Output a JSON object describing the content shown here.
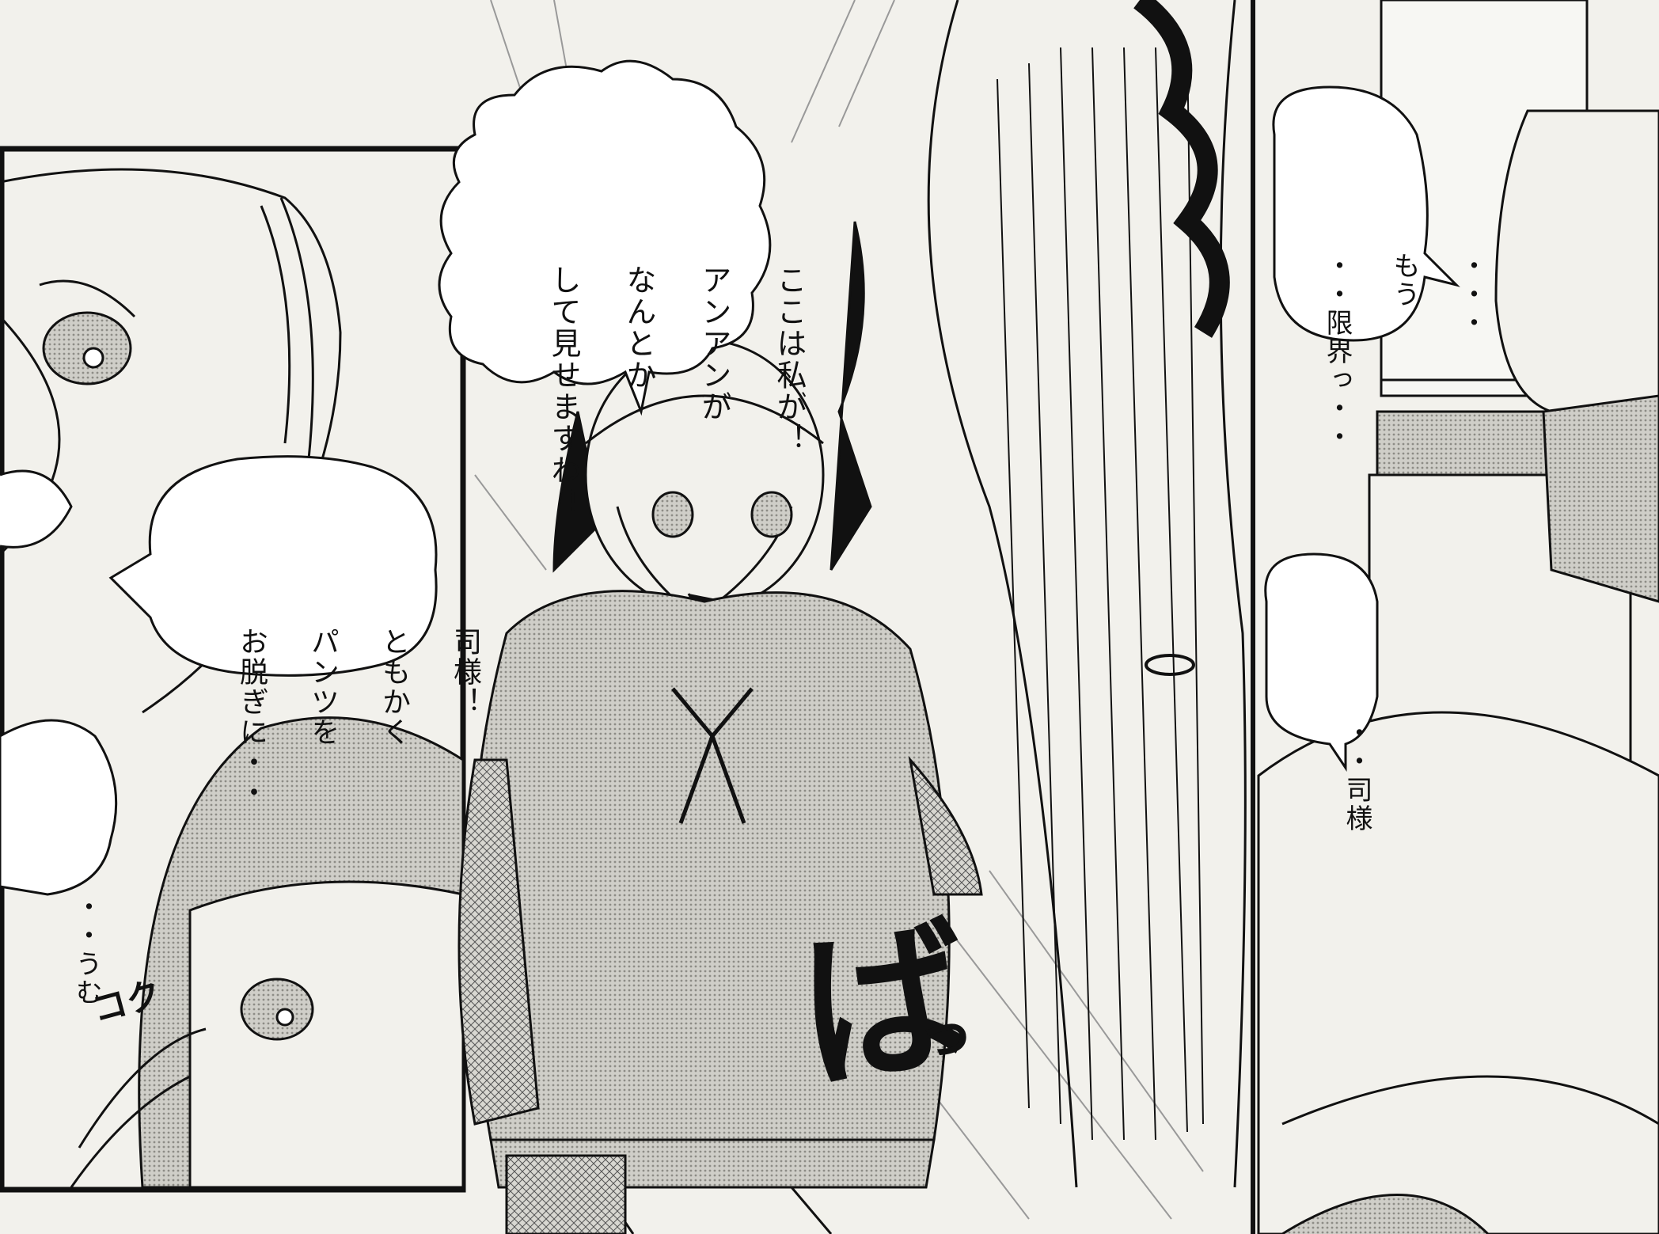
{
  "bubbles": {
    "anan_line": [
      "ここは私が！",
      "アンアンが",
      "なんとか",
      "して見せますわ！"
    ],
    "tsukasa_line": [
      "司様！",
      "ともかく",
      "パンツを",
      "お脱ぎに・・"
    ],
    "umu_line": [
      "・・うむ"
    ],
    "genkai_line": [
      "・・・",
      "もう",
      "・・限界っ・・"
    ],
    "tsukasa_call": [
      "・・司様"
    ]
  },
  "sfx": {
    "ba": "ば",
    "small_tsu": "っ",
    "koku": "コク"
  },
  "colors": {
    "paper": "#f2f1ec",
    "ink": "#111111",
    "screentone": "#b9b8b2"
  }
}
